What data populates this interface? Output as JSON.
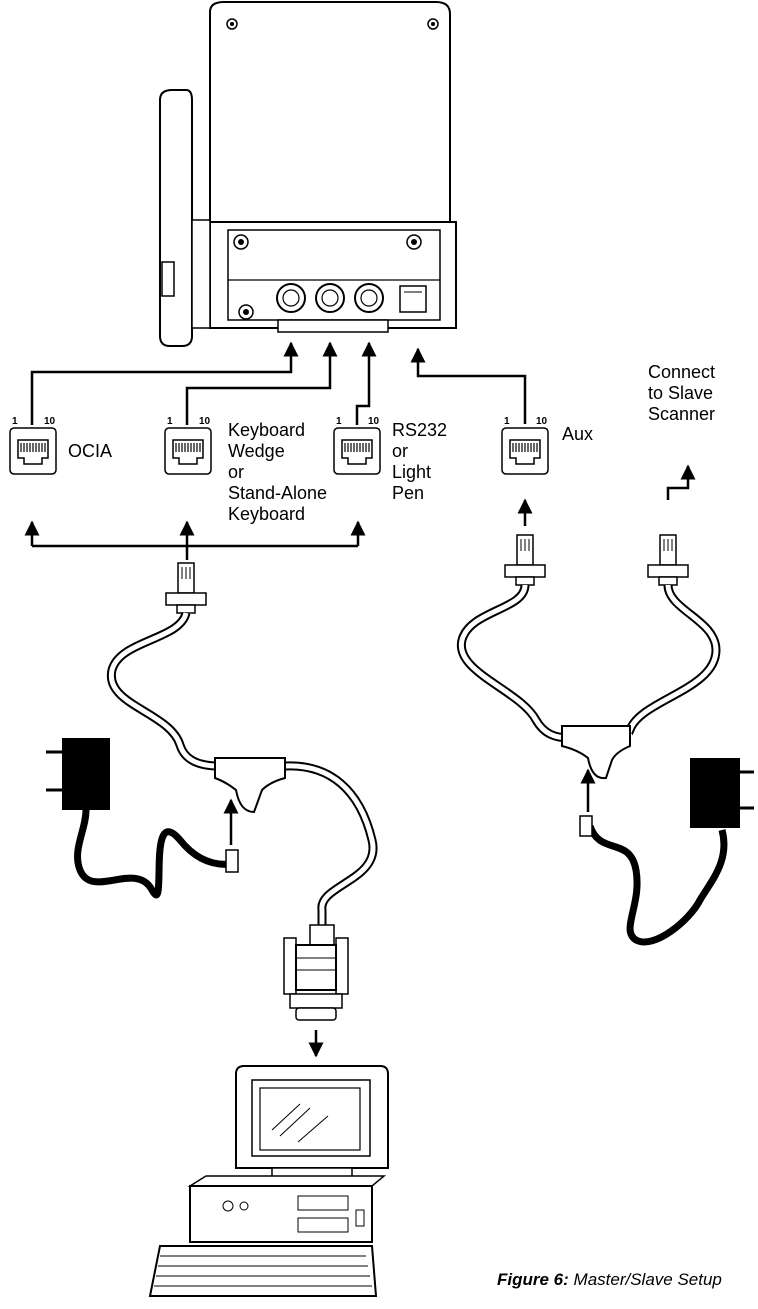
{
  "ports": {
    "ocia": {
      "label": "OCIA",
      "pin_start": "1",
      "pin_end": "10"
    },
    "keyboard": {
      "label": "Keyboard\nWedge\nor\nStand-Alone\nKeyboard",
      "pin_start": "1",
      "pin_end": "10"
    },
    "rs232": {
      "label": "RS232\nor\nLight\nPen",
      "pin_start": "1",
      "pin_end": "10"
    },
    "aux": {
      "label": "Aux",
      "pin_start": "1",
      "pin_end": "10"
    }
  },
  "slave_note": "Connect\nto Slave\nScanner",
  "caption": {
    "figure": "Figure 6:",
    "title": "Master/Slave Setup"
  }
}
